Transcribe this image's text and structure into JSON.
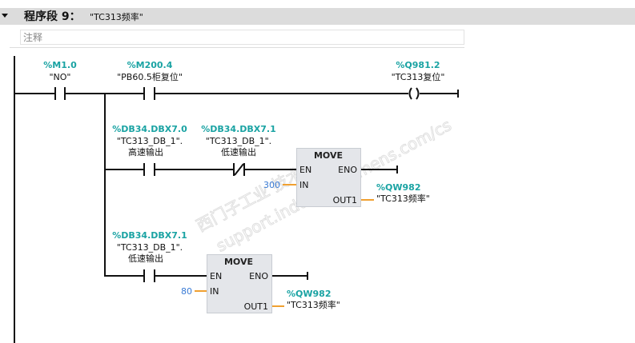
{
  "network": {
    "title_prefix": "程序段 9：",
    "title": "\"TC313频率\"",
    "comment_placeholder": "注释"
  },
  "rung1": {
    "contact1": {
      "address": "%M1.0",
      "symbol": "\"NO\""
    },
    "contact2": {
      "address": "%M200.4",
      "symbol": "\"PB60.5柜复位\""
    },
    "coil": {
      "address": "%Q981.2",
      "symbol": "\"TC313复位\""
    }
  },
  "rung2": {
    "contact1": {
      "address": "%DB34.DBX7.0",
      "symbol": "\"TC313_DB_1\".",
      "member": "高速输出"
    },
    "contact2": {
      "address": "%DB34.DBX7.1",
      "symbol": "\"TC313_DB_1\".",
      "member": "低速输出"
    },
    "move": {
      "title": "MOVE",
      "en": "EN",
      "eno": "ENO",
      "in": "IN",
      "out": "OUT1",
      "in_value": "300",
      "out_address": "%QW982",
      "out_symbol": "\"TC313频率\""
    }
  },
  "rung3": {
    "contact1": {
      "address": "%DB34.DBX7.1",
      "symbol": "\"TC313_DB_1\".",
      "member": "低速输出"
    },
    "move": {
      "title": "MOVE",
      "en": "EN",
      "eno": "ENO",
      "in": "IN",
      "out": "OUT1",
      "in_value": "80",
      "out_address": "%QW982",
      "out_symbol": "\"TC313频率\""
    }
  },
  "watermark": {
    "line1": "西门子工业 技术论坛",
    "line2": "support.industry.siemens.com/cs"
  }
}
